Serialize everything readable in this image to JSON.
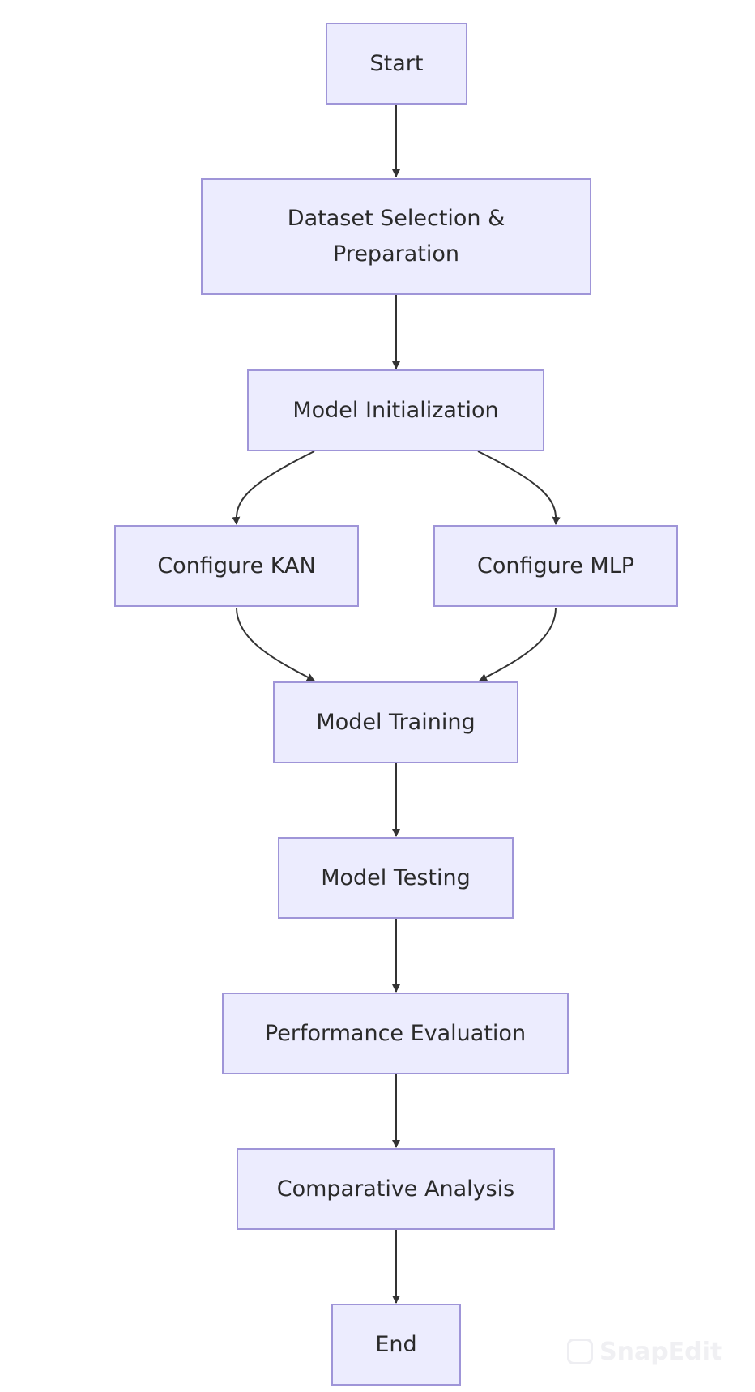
{
  "nodes": {
    "start": "Start",
    "dataset": "Dataset Selection & Preparation",
    "init": "Model Initialization",
    "kan": "Configure KAN",
    "mlp": "Configure MLP",
    "training": "Model Training",
    "testing": "Model Testing",
    "evaluation": "Performance Evaluation",
    "analysis": "Comparative Analysis",
    "end": "End"
  },
  "edges": [
    {
      "from": "start",
      "to": "dataset"
    },
    {
      "from": "dataset",
      "to": "init"
    },
    {
      "from": "init",
      "to": "kan"
    },
    {
      "from": "init",
      "to": "mlp"
    },
    {
      "from": "kan",
      "to": "training"
    },
    {
      "from": "mlp",
      "to": "training"
    },
    {
      "from": "training",
      "to": "testing"
    },
    {
      "from": "testing",
      "to": "evaluation"
    },
    {
      "from": "evaluation",
      "to": "analysis"
    },
    {
      "from": "analysis",
      "to": "end"
    }
  ],
  "watermark": "SnapEdit",
  "colors": {
    "node_fill": "#ececfe",
    "node_border": "#9f95d8",
    "edge": "#333333"
  }
}
